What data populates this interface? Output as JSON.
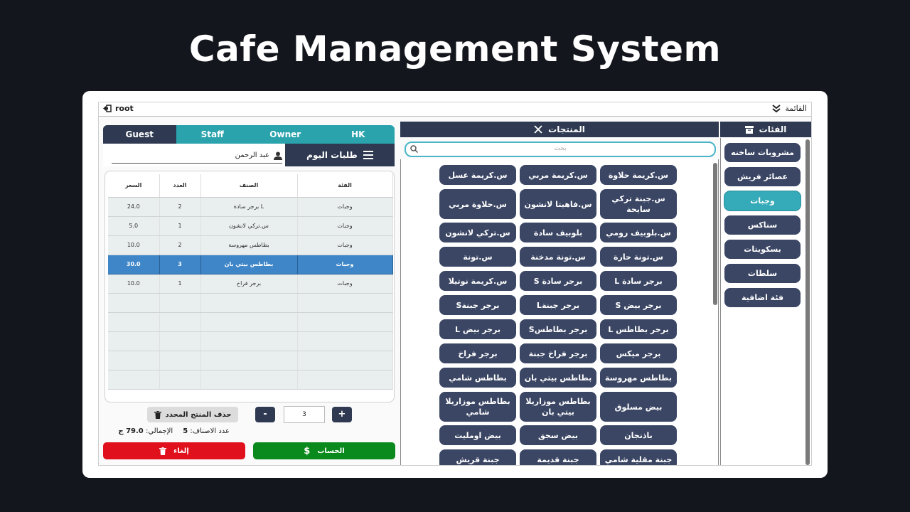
{
  "headline": "Cafe Management System",
  "topbar": {
    "user": "root",
    "menu_label": "القائمة"
  },
  "roles": [
    "Guest",
    "Staff",
    "Owner",
    "HK"
  ],
  "orders": {
    "title": "طلبات اليوم",
    "cashier": "عبد الرحمن"
  },
  "table": {
    "headers": {
      "price": "السعر",
      "qty": "العدد",
      "item": "الصنف",
      "category": "الفئة"
    },
    "rows": [
      {
        "price": "24.0",
        "qty": "2",
        "item": "برجر سادة L",
        "category": "وجبات"
      },
      {
        "price": "5.0",
        "qty": "1",
        "item": "س.تركي لانشون",
        "category": "وجبات"
      },
      {
        "price": "10.0",
        "qty": "2",
        "item": "بطاطس مهروسة",
        "category": "وجبات"
      },
      {
        "price": "30.0",
        "qty": "3",
        "item": "بطاطس بيتي بان",
        "category": "وجبات"
      },
      {
        "price": "10.0",
        "qty": "1",
        "item": "برجر فراخ",
        "category": "وجبات"
      }
    ],
    "selected_row": 3
  },
  "controls": {
    "delete_label": "حذف المنتج المحدد",
    "minus": "-",
    "plus": "+",
    "qty_value": "3"
  },
  "summary": {
    "count_label": "عدد الاصناف:",
    "count_value": "5",
    "total_label": "الإجمالي:",
    "total_value": "79.0 ج"
  },
  "buttons": {
    "cancel": "إلغاء",
    "pay": "الحساب"
  },
  "products": {
    "title": "المنتجات",
    "search_placeholder": "بحث",
    "items": [
      [
        "س.كريمة حلاوة",
        "س.كريمة مربي",
        "س.كريمة عسل"
      ],
      [
        "س.جبنة تركي سايحة",
        "س.فاهيتا لانشون",
        "س.حلاوة مربي"
      ],
      [
        "س.بلوبيف رومي",
        "بلوبيف سادة",
        "س.تركي لانشون"
      ],
      [
        "س.تونة حارة",
        "س.تونة مدخنة",
        "س.تونة"
      ],
      [
        "برجر سادة L",
        "برجر سادة S",
        "س.كريمة نوتيلا"
      ],
      [
        "برجر بيض S",
        "برجر جبنةL",
        "برجر جبنةS"
      ],
      [
        "برجر بطاطس L",
        "برجر بطاطسS",
        "برجر بيض L"
      ],
      [
        "برجر ميكس",
        "برجر فراخ جبنة",
        "برجر فراخ"
      ],
      [
        "بطاطس مهروسة",
        "بطاطس بيتي بان",
        "بطاطس شامي"
      ],
      [
        "بيض مسلوق",
        "بطاطس موزاريلا بيتي بان",
        "بطاطس موزاريلا شامي"
      ],
      [
        "باذنجان",
        "بيض سجق",
        "بيض اومليت"
      ],
      [
        "جبنة مقلية شامي",
        "جبنة قديمة",
        "جبنة قريش"
      ]
    ]
  },
  "categories": {
    "title": "الفئات",
    "items": [
      "مشروبات ساخنه",
      "عصائر فريش",
      "وجبات",
      "سناكس",
      "بسكويتات",
      "سلطات",
      "فئة اضافية"
    ],
    "active_index": 2
  },
  "colors": {
    "navy": "#2f3a52",
    "button": "#3b4664",
    "teal": "#35aab8",
    "selected_row": "#3f86c8",
    "pay": "#0a8a1c",
    "cancel": "#e0101c"
  }
}
